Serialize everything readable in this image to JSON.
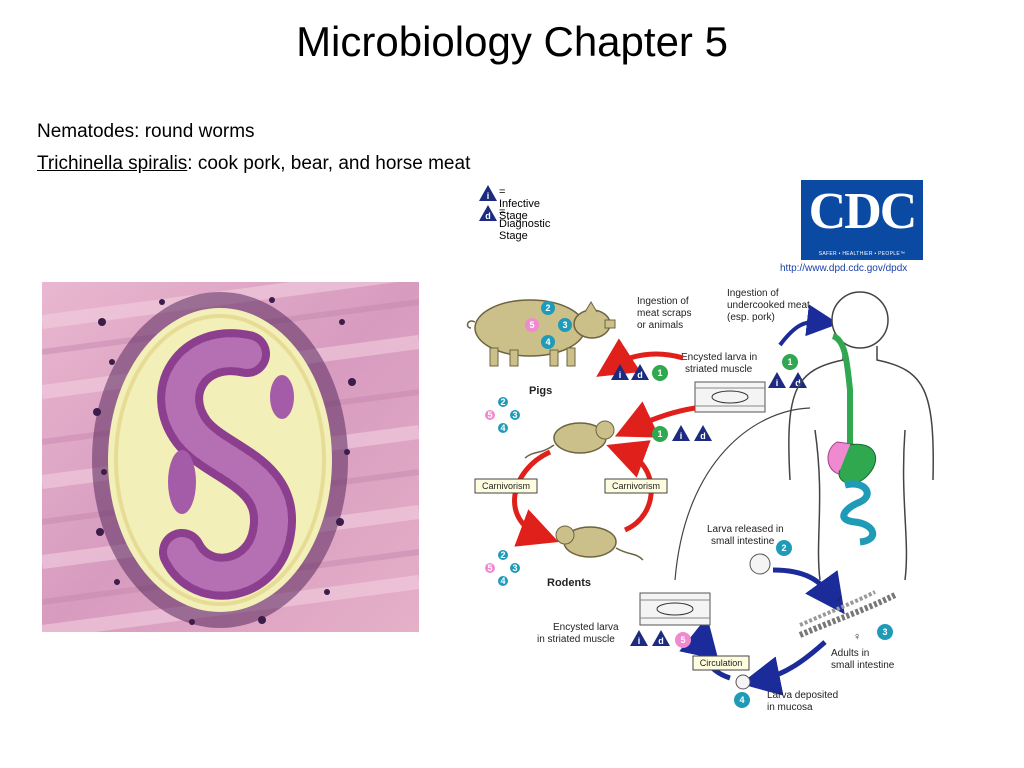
{
  "slide": {
    "title": "Microbiology Chapter 5",
    "line1": "Nematodes:  round worms",
    "line2_underlined": "Trichinella spiralis",
    "line2_rest": ":  cook pork, bear, and horse meat"
  },
  "legend": {
    "infective_letter": "i",
    "infective_label": "= Infective Stage",
    "diagnostic_letter": "d",
    "diagnostic_label": "= Diagnostic Stage"
  },
  "cdc": {
    "logo_text": "CDC",
    "tagline": "SAFER • HEALTHIER • PEOPLE™",
    "url": "http://www.dpd.cdc.gov/dpdx"
  },
  "lifecycle": {
    "pigs": "Pigs",
    "rodents": "Rodents",
    "carnivorism_left": "Carnivorism",
    "carnivorism_right": "Carnivorism",
    "ingestion_pig_1": "Ingestion of",
    "ingestion_pig_2": "meat scraps",
    "ingestion_pig_3": "or animals",
    "ingestion_human_1": "Ingestion of",
    "ingestion_human_2": "undercooked meat",
    "ingestion_human_3": "(esp. pork)",
    "encysted_top_1": "Encysted larva in",
    "encysted_top_2": "striated muscle",
    "larva_released_1": "Larva released in",
    "larva_released_2": "small intestine",
    "adults_1": "Adults in",
    "adults_2": "small intestine",
    "larva_deposited_1": "Larva deposited",
    "larva_deposited_2": "in mucosa",
    "encysted_bottom_1": "Encysted larva",
    "encysted_bottom_2": "in striated muscle",
    "circulation": "Circulation",
    "male_symbol": "♂",
    "female_symbol": "♀",
    "stage1": "1",
    "stage2": "2",
    "stage3": "3",
    "stage4": "4",
    "stage5": "5",
    "i_letter": "i",
    "d_letter": "d"
  },
  "colors": {
    "badge_green": "#2fa84f",
    "badge_teal": "#1f9bb8",
    "badge_pink": "#f08ad0",
    "triangle_navy": "#1c2b7f",
    "arrow_red": "#e0201a",
    "arrow_navy": "#1c2b9a",
    "cdc_blue": "#0b4aa2"
  }
}
